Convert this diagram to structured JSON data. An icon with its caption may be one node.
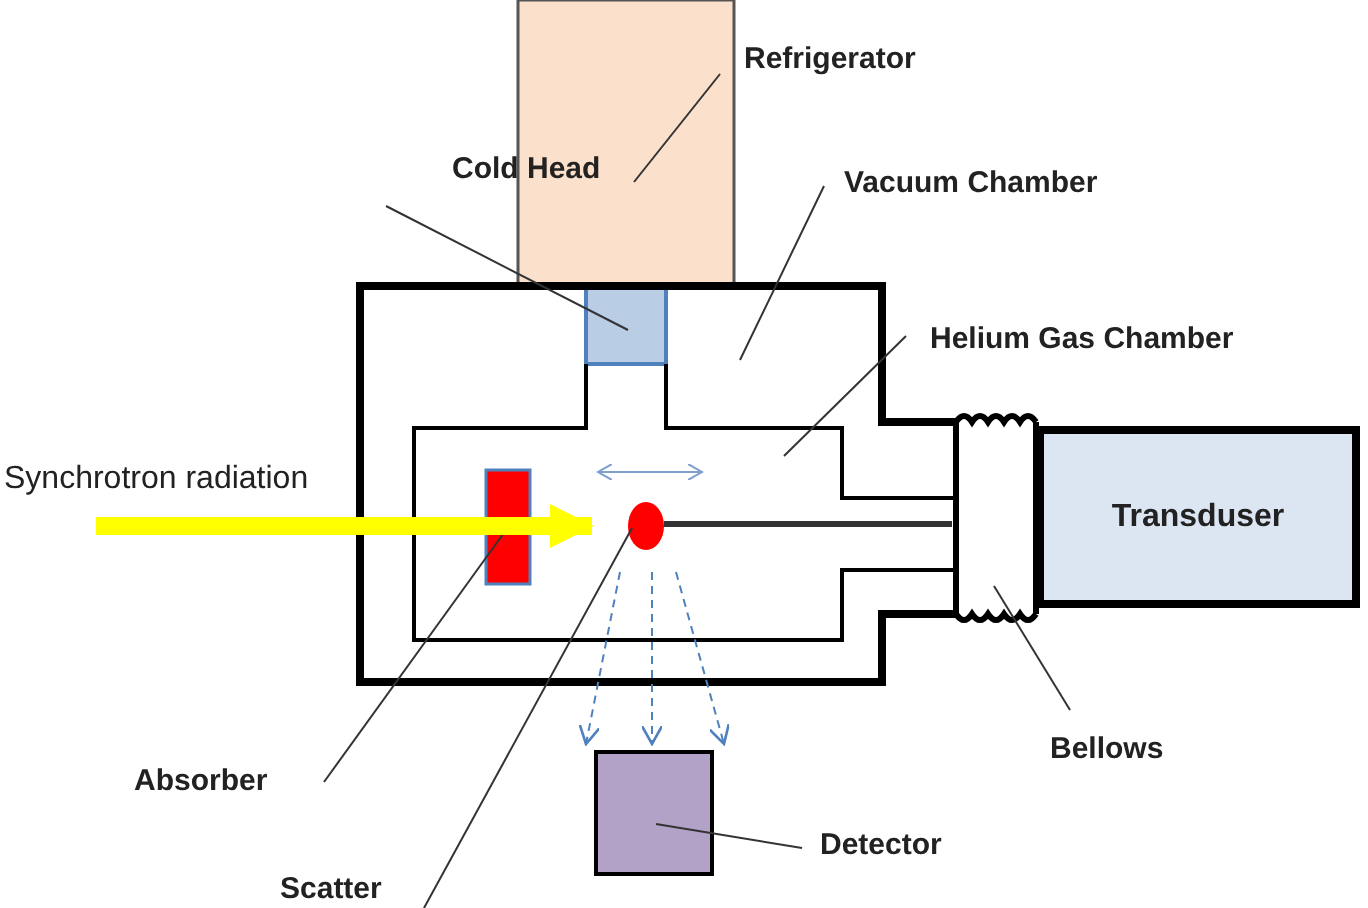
{
  "diagram": {
    "nodes": [
      {
        "text": [
          "Refrigerator"
        ]
      },
      {
        "text": [],
        "shape": "box"
      },
      {
        "text": [
          "Cold Head"
        ]
      },
      {
        "text": [],
        "shape": "box",
        "in": 5
      },
      {
        "text": [
          "Vacuum Chamber"
        ]
      },
      {
        "text": [],
        "shape": "box"
      },
      {
        "text": [
          "Helium Gas Chamber"
        ]
      },
      {
        "text": [],
        "shape": "box",
        "in": 5
      },
      {
        "text": [],
        "shape": "box",
        "in": 7
      },
      {
        "text": [
          "Absorber"
        ]
      },
      {
        "text": [],
        "shape": "circle",
        "in": 7
      },
      {
        "text": [
          "Scatter"
        ]
      },
      {
        "text": [
          "Transduser"
        ]
      },
      {
        "text": [],
        "shape": "bellows"
      },
      {
        "text": [
          "Bellows"
        ]
      },
      {
        "text": [],
        "shape": "box"
      },
      {
        "text": [
          "Detector"
        ]
      }
    ],
    "edges": [
      {
        "from": 0,
        "to": 1,
        "arrow": "none"
      },
      {
        "from": 2,
        "to": 3,
        "arrow": "none"
      },
      {
        "from": 4,
        "to": 5,
        "arrow": "none"
      },
      {
        "from": 6,
        "to": 7,
        "arrow": "none"
      },
      {
        "from": 9,
        "to": 8,
        "arrow": "none"
      },
      {
        "from": 11,
        "to": 10,
        "arrow": "none"
      },
      {
        "from": 14,
        "to": 13,
        "arrow": "none"
      },
      {
        "from": 16,
        "to": 15,
        "arrow": "none"
      },
      {
        "from": null,
        "to": 10,
        "arrow": "to",
        "style": "thick",
        "color": "#ffff00"
      },
      {
        "from": 10,
        "to": 13,
        "arrow": "none",
        "style": "thick"
      },
      {
        "from": 10,
        "to": 15,
        "arrow": "to",
        "style": "dashed",
        "color": "#4f81bd"
      },
      {
        "from": 10,
        "to": 15,
        "arrow": "to",
        "style": "dashed",
        "color": "#4f81bd"
      },
      {
        "from": 10,
        "to": 15,
        "arrow": "to",
        "style": "dashed",
        "color": "#4f81bd"
      }
    ],
    "labels": [
      "Synchrotron radiation"
    ]
  }
}
